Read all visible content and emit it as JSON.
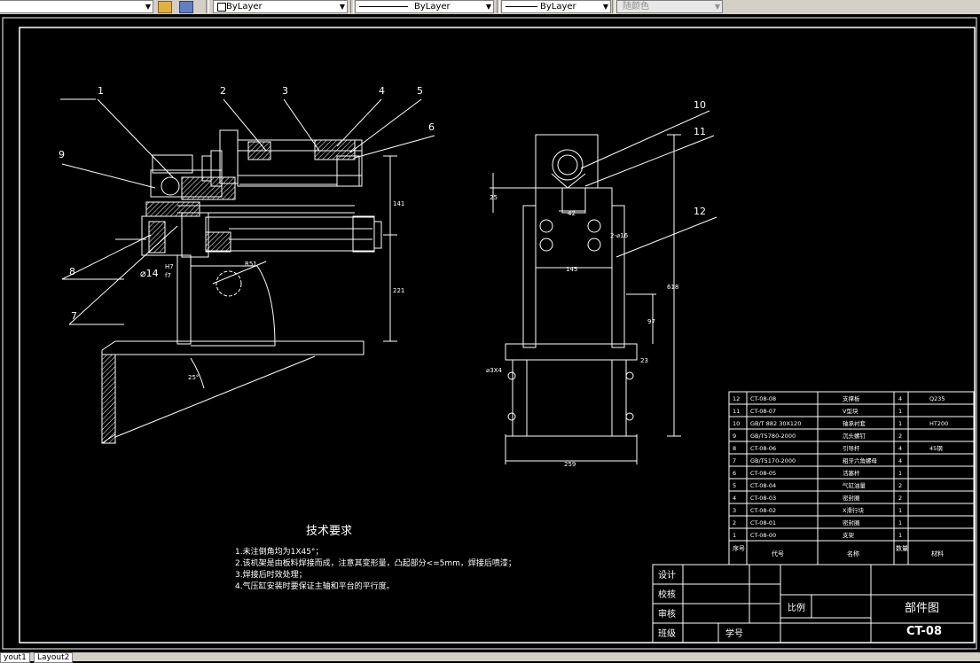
{
  "toolbar": {
    "layer_combo_1": "ByLayer",
    "layer_combo_2": "ByLayer",
    "layer_combo_3": "ByLayer",
    "color_combo": "随颜色"
  },
  "layout_tabs": [
    "yout1",
    "Layout2"
  ],
  "balloons": [
    "1",
    "2",
    "3",
    "4",
    "5",
    "6",
    "7",
    "8",
    "9",
    "10",
    "11",
    "12"
  ],
  "dimensions": {
    "d141": "141",
    "d221": "221",
    "d14": "⌀14",
    "fit_top": "H7",
    "fit_bot": "f7",
    "r51": "R51",
    "angle": "25°",
    "d25": "25",
    "d42": "42",
    "d145": "145",
    "d16": "2-⌀16",
    "d618": "618",
    "d97": "97",
    "d23": "23",
    "d259": "259",
    "d3": "⌀3X4"
  },
  "tech_req": {
    "title": "技术要求",
    "lines": [
      "1.未注倒角均为1X45°；",
      "2.该机架是由板料焊接而成，注意其变形量，凸起部分<=5mm，焊接后喷漆；",
      "3.焊接后时效处理；",
      "4.气压缸安装时要保证主轴和平台的平行度。"
    ]
  },
  "bom": {
    "rows": [
      {
        "no": "12",
        "code": "CT-08-08",
        "name": "支撑板",
        "qty": "4",
        "mat": "Q235"
      },
      {
        "no": "11",
        "code": "CT-08-07",
        "name": "V型块",
        "qty": "1",
        "mat": ""
      },
      {
        "no": "10",
        "code": "GB/T 882 30X120",
        "name": "轴承衬套",
        "qty": "1",
        "mat": "HT200"
      },
      {
        "no": "9",
        "code": "GB/T5780-2000",
        "name": "沉头螺钉",
        "qty": "2",
        "mat": ""
      },
      {
        "no": "8",
        "code": "CT-08-06",
        "name": "引导杆",
        "qty": "4",
        "mat": "45钢"
      },
      {
        "no": "7",
        "code": "GB/T5170-2000",
        "name": "粗牙六角螺母",
        "qty": "4",
        "mat": ""
      },
      {
        "no": "6",
        "code": "CT-08-05",
        "name": "活塞杆",
        "qty": "1",
        "mat": ""
      },
      {
        "no": "5",
        "code": "CT-08-04",
        "name": "气缸油量",
        "qty": "2",
        "mat": ""
      },
      {
        "no": "4",
        "code": "CT-08-03",
        "name": "密封圈",
        "qty": "2",
        "mat": ""
      },
      {
        "no": "3",
        "code": "CT-08-02",
        "name": "X滑行块",
        "qty": "1",
        "mat": ""
      },
      {
        "no": "2",
        "code": "CT-08-01",
        "name": "密封圈",
        "qty": "1",
        "mat": ""
      },
      {
        "no": "1",
        "code": "CT-08-00",
        "name": "支架",
        "qty": "1",
        "mat": ""
      }
    ],
    "header": {
      "no": "序号",
      "code": "代号",
      "name": "名称",
      "qty": "数量",
      "mat": "材料"
    }
  },
  "title_block": {
    "design": "设计",
    "check": "校核",
    "review": "审核",
    "class": "班级",
    "student_no": "学号",
    "scale": "比例",
    "drawing_name": "部件图",
    "drawing_code": "CT-08"
  }
}
